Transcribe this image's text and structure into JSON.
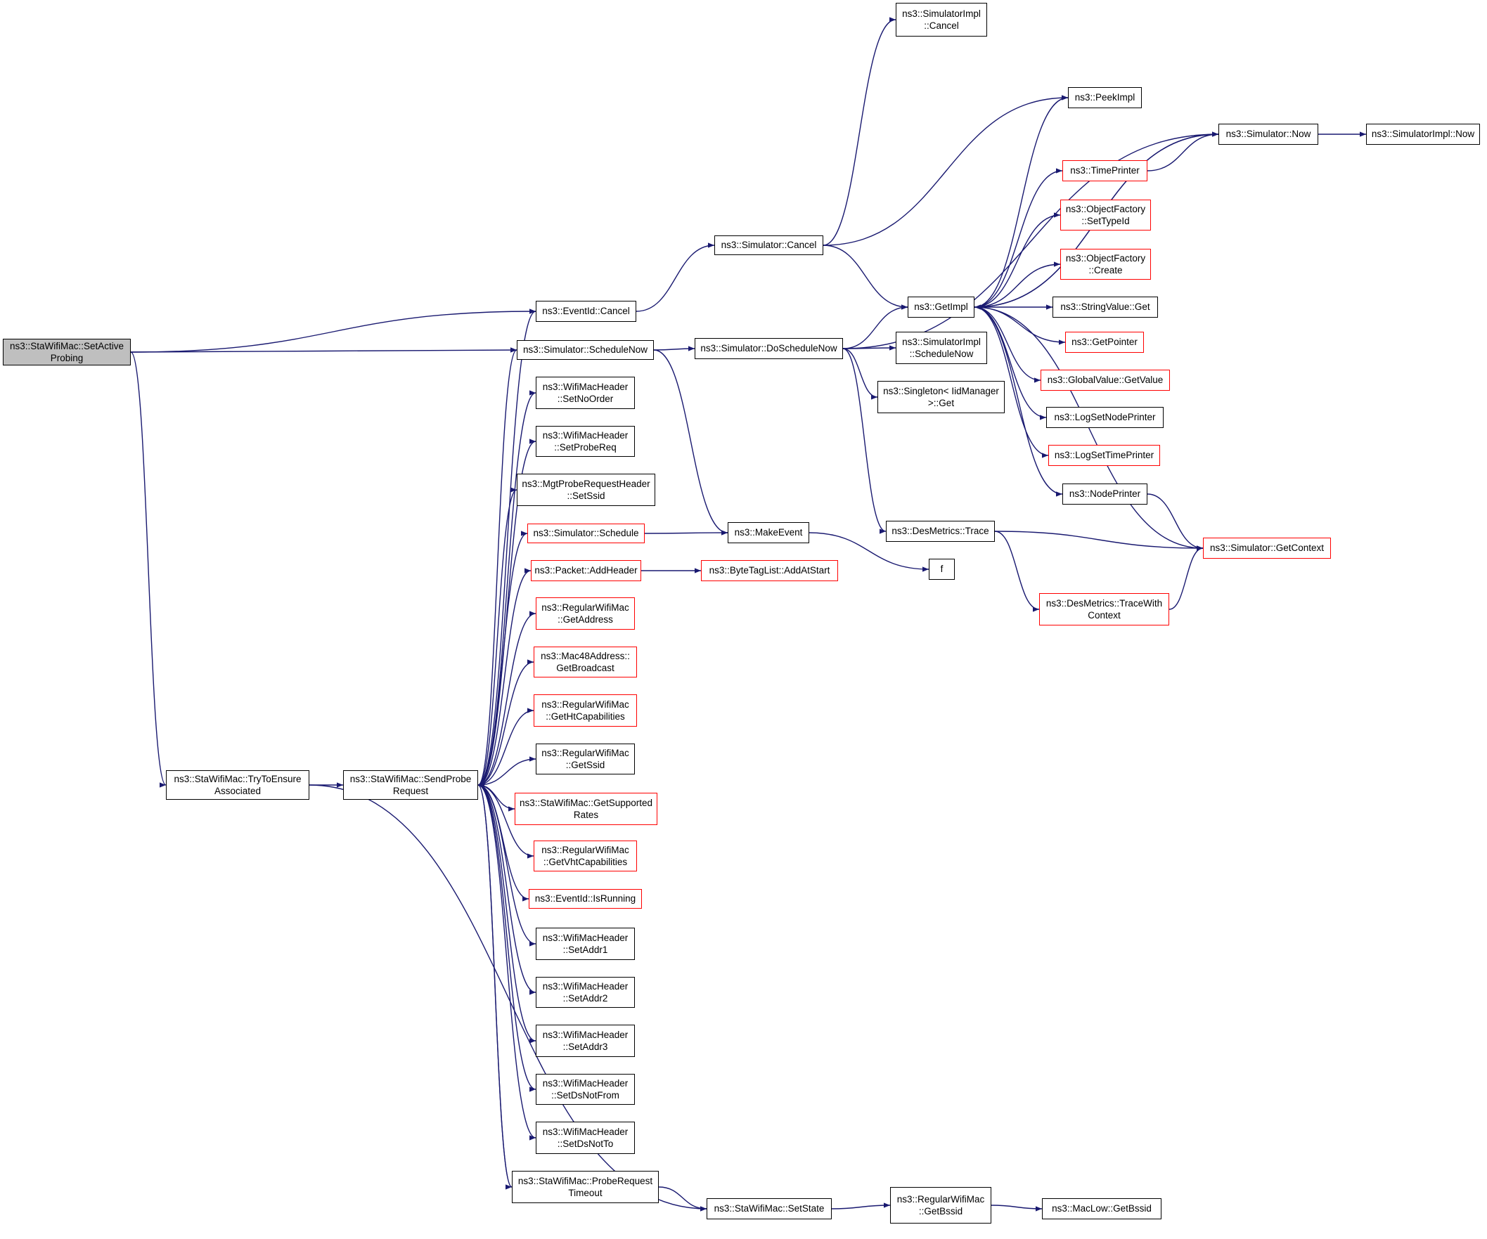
{
  "colors": {
    "edge": "#191970",
    "node_border": "#000000",
    "truncated_border": "#ff0000",
    "root_fill": "#bfbfbf"
  },
  "nodes": [
    {
      "id": "setactive",
      "lines": [
        "ns3::StaWifiMac::SetActive",
        "Probing"
      ],
      "border": "black",
      "root": true
    },
    {
      "id": "trytoensure",
      "lines": [
        "ns3::StaWifiMac::TryToEnsure",
        "Associated"
      ],
      "border": "black"
    },
    {
      "id": "sendprobe",
      "lines": [
        "ns3::StaWifiMac::SendProbe",
        "Request"
      ],
      "border": "black"
    },
    {
      "id": "eventcancel",
      "lines": [
        "ns3::EventId::Cancel"
      ],
      "border": "black"
    },
    {
      "id": "schedulenow",
      "lines": [
        "ns3::Simulator::ScheduleNow"
      ],
      "border": "black"
    },
    {
      "id": "setnoorder",
      "lines": [
        "ns3::WifiMacHeader",
        "::SetNoOrder"
      ],
      "border": "black"
    },
    {
      "id": "setprobereq",
      "lines": [
        "ns3::WifiMacHeader",
        "::SetProbeReq"
      ],
      "border": "black"
    },
    {
      "id": "setssid",
      "lines": [
        "ns3::MgtProbeRequestHeader",
        "::SetSsid"
      ],
      "border": "black"
    },
    {
      "id": "schedule",
      "lines": [
        "ns3::Simulator::Schedule"
      ],
      "border": "red"
    },
    {
      "id": "addheader",
      "lines": [
        "ns3::Packet::AddHeader"
      ],
      "border": "red"
    },
    {
      "id": "getaddress",
      "lines": [
        "ns3::RegularWifiMac",
        "::GetAddress"
      ],
      "border": "red"
    },
    {
      "id": "getbroadcast",
      "lines": [
        "ns3::Mac48Address::",
        "GetBroadcast"
      ],
      "border": "red"
    },
    {
      "id": "gethtcap",
      "lines": [
        "ns3::RegularWifiMac",
        "::GetHtCapabilities"
      ],
      "border": "red"
    },
    {
      "id": "getssid",
      "lines": [
        "ns3::RegularWifiMac",
        "::GetSsid"
      ],
      "border": "black"
    },
    {
      "id": "getsupported",
      "lines": [
        "ns3::StaWifiMac::GetSupported",
        "Rates"
      ],
      "border": "red"
    },
    {
      "id": "getvhtcap",
      "lines": [
        "ns3::RegularWifiMac",
        "::GetVhtCapabilities"
      ],
      "border": "red"
    },
    {
      "id": "isrunning",
      "lines": [
        "ns3::EventId::IsRunning"
      ],
      "border": "red"
    },
    {
      "id": "setaddr1",
      "lines": [
        "ns3::WifiMacHeader",
        "::SetAddr1"
      ],
      "border": "black"
    },
    {
      "id": "setaddr2",
      "lines": [
        "ns3::WifiMacHeader",
        "::SetAddr2"
      ],
      "border": "black"
    },
    {
      "id": "setaddr3",
      "lines": [
        "ns3::WifiMacHeader",
        "::SetAddr3"
      ],
      "border": "black"
    },
    {
      "id": "setdsnotfrom",
      "lines": [
        "ns3::WifiMacHeader",
        "::SetDsNotFrom"
      ],
      "border": "black"
    },
    {
      "id": "setdsnotto",
      "lines": [
        "ns3::WifiMacHeader",
        "::SetDsNotTo"
      ],
      "border": "black"
    },
    {
      "id": "probetimeout",
      "lines": [
        "ns3::StaWifiMac::ProbeRequest",
        "Timeout"
      ],
      "border": "black"
    },
    {
      "id": "setstate",
      "lines": [
        "ns3::StaWifiMac::SetState"
      ],
      "border": "black"
    },
    {
      "id": "getbssid1",
      "lines": [
        "ns3::RegularWifiMac",
        "::GetBssid"
      ],
      "border": "black"
    },
    {
      "id": "maclowbssid",
      "lines": [
        "ns3::MacLow::GetBssid"
      ],
      "border": "black"
    },
    {
      "id": "simcancel",
      "lines": [
        "ns3::Simulator::Cancel"
      ],
      "border": "black"
    },
    {
      "id": "doschedulenow",
      "lines": [
        "ns3::Simulator::DoScheduleNow"
      ],
      "border": "black"
    },
    {
      "id": "makeevent",
      "lines": [
        "ns3::MakeEvent"
      ],
      "border": "black"
    },
    {
      "id": "addatstart",
      "lines": [
        "ns3::ByteTagList::AddAtStart"
      ],
      "border": "red"
    },
    {
      "id": "implcancel",
      "lines": [
        "ns3::SimulatorImpl",
        "::Cancel"
      ],
      "border": "black"
    },
    {
      "id": "getimpl",
      "lines": [
        "ns3::GetImpl"
      ],
      "border": "black"
    },
    {
      "id": "implschednow",
      "lines": [
        "ns3::SimulatorImpl",
        "::ScheduleNow"
      ],
      "border": "black"
    },
    {
      "id": "singletonget",
      "lines": [
        "ns3::Singleton< IidManager",
        ">::Get"
      ],
      "border": "black"
    },
    {
      "id": "destrace",
      "lines": [
        "ns3::DesMetrics::Trace"
      ],
      "border": "black"
    },
    {
      "id": "f",
      "lines": [
        "f"
      ],
      "border": "black"
    },
    {
      "id": "peekimpl",
      "lines": [
        "ns3::PeekImpl"
      ],
      "border": "black"
    },
    {
      "id": "simnow",
      "lines": [
        "ns3::Simulator::Now"
      ],
      "border": "black"
    },
    {
      "id": "implnow",
      "lines": [
        "ns3::SimulatorImpl::Now"
      ],
      "border": "black"
    },
    {
      "id": "timeprinter",
      "lines": [
        "ns3::TimePrinter"
      ],
      "border": "red"
    },
    {
      "id": "settypeid",
      "lines": [
        "ns3::ObjectFactory",
        "::SetTypeId"
      ],
      "border": "red"
    },
    {
      "id": "ofcreate",
      "lines": [
        "ns3::ObjectFactory",
        "::Create"
      ],
      "border": "red"
    },
    {
      "id": "stringget",
      "lines": [
        "ns3::StringValue::Get"
      ],
      "border": "black"
    },
    {
      "id": "getpointer",
      "lines": [
        "ns3::GetPointer"
      ],
      "border": "red"
    },
    {
      "id": "gvgetvalue",
      "lines": [
        "ns3::GlobalValue::GetValue"
      ],
      "border": "red"
    },
    {
      "id": "lognodeprinter",
      "lines": [
        "ns3::LogSetNodePrinter"
      ],
      "border": "black"
    },
    {
      "id": "logtimeprinter",
      "lines": [
        "ns3::LogSetTimePrinter"
      ],
      "border": "red"
    },
    {
      "id": "nodeprinter",
      "lines": [
        "ns3::NodePrinter"
      ],
      "border": "black"
    },
    {
      "id": "getcontext",
      "lines": [
        "ns3::Simulator::GetContext"
      ],
      "border": "red"
    },
    {
      "id": "tracewith",
      "lines": [
        "ns3::DesMetrics::TraceWith",
        "Context"
      ],
      "border": "red"
    }
  ],
  "edges": [
    [
      "setactive",
      "eventcancel"
    ],
    [
      "setactive",
      "schedulenow"
    ],
    [
      "setactive",
      "trytoensure"
    ],
    [
      "trytoensure",
      "sendprobe"
    ],
    [
      "trytoensure",
      "setstate"
    ],
    [
      "sendprobe",
      "eventcancel"
    ],
    [
      "sendprobe",
      "schedulenow"
    ],
    [
      "sendprobe",
      "setnoorder"
    ],
    [
      "sendprobe",
      "setprobereq"
    ],
    [
      "sendprobe",
      "setssid"
    ],
    [
      "sendprobe",
      "schedule"
    ],
    [
      "sendprobe",
      "addheader"
    ],
    [
      "sendprobe",
      "getaddress"
    ],
    [
      "sendprobe",
      "getbroadcast"
    ],
    [
      "sendprobe",
      "gethtcap"
    ],
    [
      "sendprobe",
      "getssid"
    ],
    [
      "sendprobe",
      "getsupported"
    ],
    [
      "sendprobe",
      "getvhtcap"
    ],
    [
      "sendprobe",
      "isrunning"
    ],
    [
      "sendprobe",
      "setaddr1"
    ],
    [
      "sendprobe",
      "setaddr2"
    ],
    [
      "sendprobe",
      "setaddr3"
    ],
    [
      "sendprobe",
      "setdsnotfrom"
    ],
    [
      "sendprobe",
      "setdsnotto"
    ],
    [
      "sendprobe",
      "probetimeout"
    ],
    [
      "probetimeout",
      "sendprobe"
    ],
    [
      "probetimeout",
      "setstate"
    ],
    [
      "setstate",
      "getbssid1"
    ],
    [
      "getbssid1",
      "maclowbssid"
    ],
    [
      "eventcancel",
      "simcancel"
    ],
    [
      "schedulenow",
      "doschedulenow"
    ],
    [
      "schedulenow",
      "makeevent"
    ],
    [
      "schedule",
      "makeevent"
    ],
    [
      "addheader",
      "addatstart"
    ],
    [
      "makeevent",
      "f"
    ],
    [
      "simcancel",
      "implcancel"
    ],
    [
      "simcancel",
      "peekimpl"
    ],
    [
      "simcancel",
      "getimpl"
    ],
    [
      "doschedulenow",
      "simnow"
    ],
    [
      "doschedulenow",
      "getimpl"
    ],
    [
      "doschedulenow",
      "implschednow"
    ],
    [
      "doschedulenow",
      "singletonget"
    ],
    [
      "doschedulenow",
      "destrace"
    ],
    [
      "getimpl",
      "peekimpl"
    ],
    [
      "getimpl",
      "simnow"
    ],
    [
      "getimpl",
      "timeprinter"
    ],
    [
      "getimpl",
      "settypeid"
    ],
    [
      "getimpl",
      "ofcreate"
    ],
    [
      "getimpl",
      "stringget"
    ],
    [
      "getimpl",
      "getpointer"
    ],
    [
      "getimpl",
      "gvgetvalue"
    ],
    [
      "getimpl",
      "lognodeprinter"
    ],
    [
      "getimpl",
      "logtimeprinter"
    ],
    [
      "getimpl",
      "nodeprinter"
    ],
    [
      "getimpl",
      "getcontext"
    ],
    [
      "timeprinter",
      "simnow"
    ],
    [
      "simnow",
      "getimpl"
    ],
    [
      "simnow",
      "implnow"
    ],
    [
      "nodeprinter",
      "getcontext"
    ],
    [
      "destrace",
      "getcontext"
    ],
    [
      "destrace",
      "tracewith"
    ],
    [
      "tracewith",
      "getcontext"
    ]
  ]
}
